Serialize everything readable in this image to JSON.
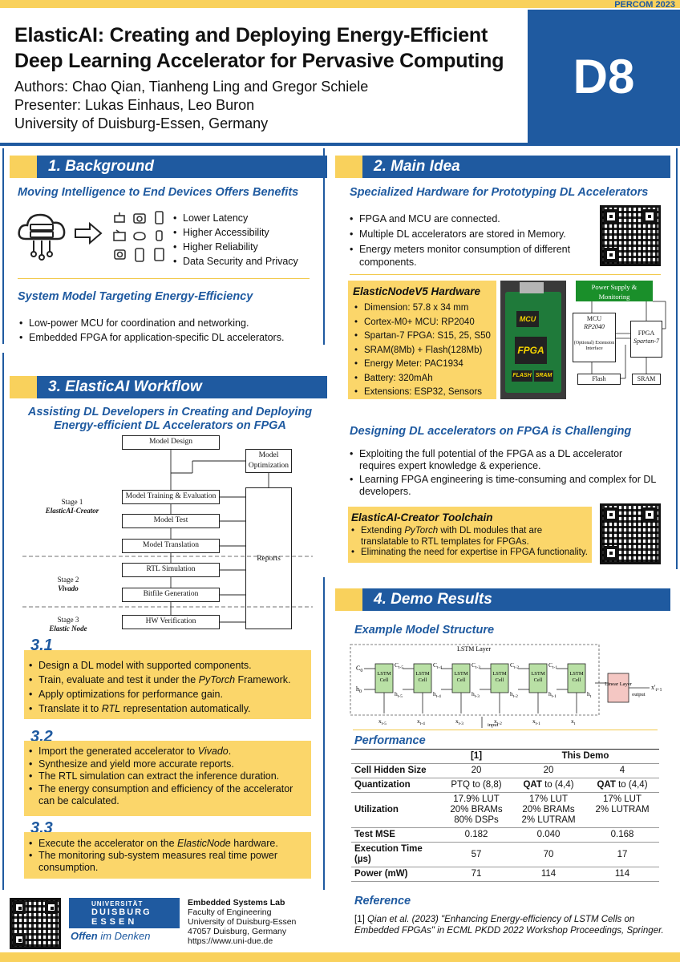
{
  "header": {
    "conference": "PERCOM 2023",
    "title_line1": "ElasticAI: Creating and Deploying Energy-Efficient",
    "title_line2": "Deep Learning Accelerator for Pervasive Computing",
    "authors": "Authors: Chao Qian, Tianheng Ling and Gregor Schiele",
    "presenter": "Presenter: Lukas Einhaus, Leo Buron",
    "affiliation": "University of Duisburg-Essen, Germany",
    "badge": "D8"
  },
  "background": {
    "heading": "1. Background",
    "sub1": "Moving Intelligence to End Devices Offers Benefits",
    "benefits": [
      "Lower Latency",
      "Higher Accessibility",
      "Higher Reliability",
      "Data Security and Privacy"
    ],
    "sub2": "System Model Targeting Energy-Efficiency",
    "points": [
      "Low-power MCU for coordination and networking.",
      "Embedded FPGA for application-specific DL accelerators."
    ]
  },
  "main_idea": {
    "heading": "2. Main Idea",
    "sub1": "Specialized Hardware for Prototyping DL Accelerators",
    "points": [
      "FPGA and MCU are connected.",
      "Multiple DL accelerators are stored in Memory.",
      "Energy meters monitor consumption of different components."
    ],
    "hw_title": "ElasticNodeV5 Hardware",
    "hw_items": [
      "Dimension: 57.8 x 34 mm",
      "Cortex-M0+ MCU: RP2040",
      "Spartan-7 FPGA: S15, 25, S50",
      "SRAM(8Mb) + Flash(128Mb)",
      "Energy Meter: PAC1934",
      "Battery: 320mAh",
      "Extensions: ESP32, Sensors"
    ],
    "board_labels": {
      "mcu": "MCU",
      "fpga": "FPGA",
      "flash": "FLASH",
      "sram": "SRAM"
    },
    "diagram": {
      "power": "Power Supply & Monitoring",
      "mcu": "MCU",
      "mcu_sub": "RP2040",
      "ext": "(Optional) Extension Interface",
      "fpga": "FPGA",
      "fpga_sub": "Spartan-7",
      "flash": "Flash",
      "sram": "SRAM"
    },
    "sub2": "Designing DL accelerators on FPGA is Challenging",
    "challenges": [
      "Exploiting the full potential of the FPGA as a DL accelerator requires expert knowledge & experience.",
      "Learning FPGA engineering is time-consuming and complex for DL developers."
    ],
    "toolchain_title": "ElasticAI-Creator Toolchain",
    "toolchain_1a": "Extending ",
    "toolchain_1b": "PyTorch",
    "toolchain_1c": " with DL modules that are translatable to RTL templates for FPGAs.",
    "toolchain_2": "Eliminating the need for expertise in FPGA functionality."
  },
  "workflow": {
    "heading": "3. ElasticAI Workflow",
    "sub_line1": "Assisting DL Developers in Creating and Deploying",
    "sub_line2": "Energy-efficient DL Accelerators on FPGA",
    "boxes": {
      "design": "Model Design",
      "opt": "Model Optimization",
      "train": "Model Training & Evaluation",
      "test": "Model Test",
      "transl": "Model Translation",
      "rtl": "RTL Simulation",
      "bitfile": "Bitfile Generation",
      "hw": "HW Verification",
      "reports": "Reports"
    },
    "stages": [
      {
        "label": "Stage 1",
        "tool": "ElasticAI-Creator"
      },
      {
        "label": "Stage 2",
        "tool": "Vivado"
      },
      {
        "label": "Stage 3",
        "tool": "Elastic Node"
      }
    ],
    "s31": {
      "num": "3.1",
      "i1": "Design a DL model with supported components.",
      "i2a": "Train, evaluate and test it under the ",
      "i2b": "PyTorch",
      "i2c": " Framework.",
      "i3": "Apply optimizations for performance gain.",
      "i4a": "Translate it to ",
      "i4b": "RTL",
      "i4c": " representation automatically."
    },
    "s32": {
      "num": "3.2",
      "i1a": "Import the generated accelerator to ",
      "i1b": "Vivado",
      "i1c": ".",
      "i2": "Synthesize and yield more accurate reports.",
      "i3": "The RTL simulation can extract the inference duration.",
      "i4": "The energy consumption and efficiency of the accelerator can be calculated."
    },
    "s33": {
      "num": "3.3",
      "i1a": "Execute the accelerator on the ",
      "i1b": "ElasticNode",
      "i1c": " hardware.",
      "i2": "The monitoring sub-system measures real time power consumption."
    }
  },
  "demo": {
    "heading": "4. Demo Results",
    "sub_model": "Example Model Structure",
    "lstm_layer": "LSTM Layer",
    "cell_label": "LSTM Cell",
    "linear_label": "Linear Layer",
    "output_label": "output",
    "input_label": "input",
    "sub_perf": "Performance",
    "table": {
      "head": [
        "",
        "[1]",
        "This Demo"
      ],
      "rows": [
        {
          "label": "Cell Hidden Size",
          "c1": "20",
          "c2": "20",
          "c3": "4"
        },
        {
          "label": "Quantization",
          "c1": "PTQ to (8,8)",
          "c2a": "QAT",
          "c2b": " to (4,4)",
          "c3a": "QAT",
          "c3b": " to (4,4)"
        },
        {
          "label": "Utilization",
          "c1": [
            "17.9% LUT",
            "20% BRAMs",
            "80% DSPs"
          ],
          "c2": [
            "17% LUT",
            "20% BRAMs",
            "2% LUTRAM"
          ],
          "c3": [
            "17% LUT",
            "2% LUTRAM"
          ]
        },
        {
          "label": "Test MSE",
          "c1": "0.182",
          "c2": "0.040",
          "c3": "0.168"
        },
        {
          "label": "Execution Time (µs)",
          "c1": "57",
          "c2": "70",
          "c3": "17"
        },
        {
          "label": "Power (mW)",
          "c1": "71",
          "c2": "114",
          "c3": "114"
        }
      ]
    },
    "sub_ref": "Reference",
    "ref_a": "[1] ",
    "ref_b": "Qian et al. (2023) \"Enhancing Energy-efficiency of LSTM Cells on Embedded FPGAs\" in ECML PKDD 2022 Workshop Proceedings, Springer."
  },
  "footer": {
    "uni_line1": "UNIVERSITÄT",
    "uni_line2": "DUISBURG",
    "uni_line3": "ESSEN",
    "tagline_a": "Offen",
    "tagline_b": " im Denken",
    "lab": "Embedded Systems Lab",
    "faculty": "Faculty of Engineering",
    "uni": "University of Duisburg-Essen",
    "address": "47057 Duisburg, Germany",
    "url": "https://www.uni-due.de"
  },
  "colors": {
    "navy": "#1f5aa0",
    "yellow": "#f9d15c",
    "lstm_green": "#b9e0a5",
    "linear_pink": "#f4c7c3"
  }
}
